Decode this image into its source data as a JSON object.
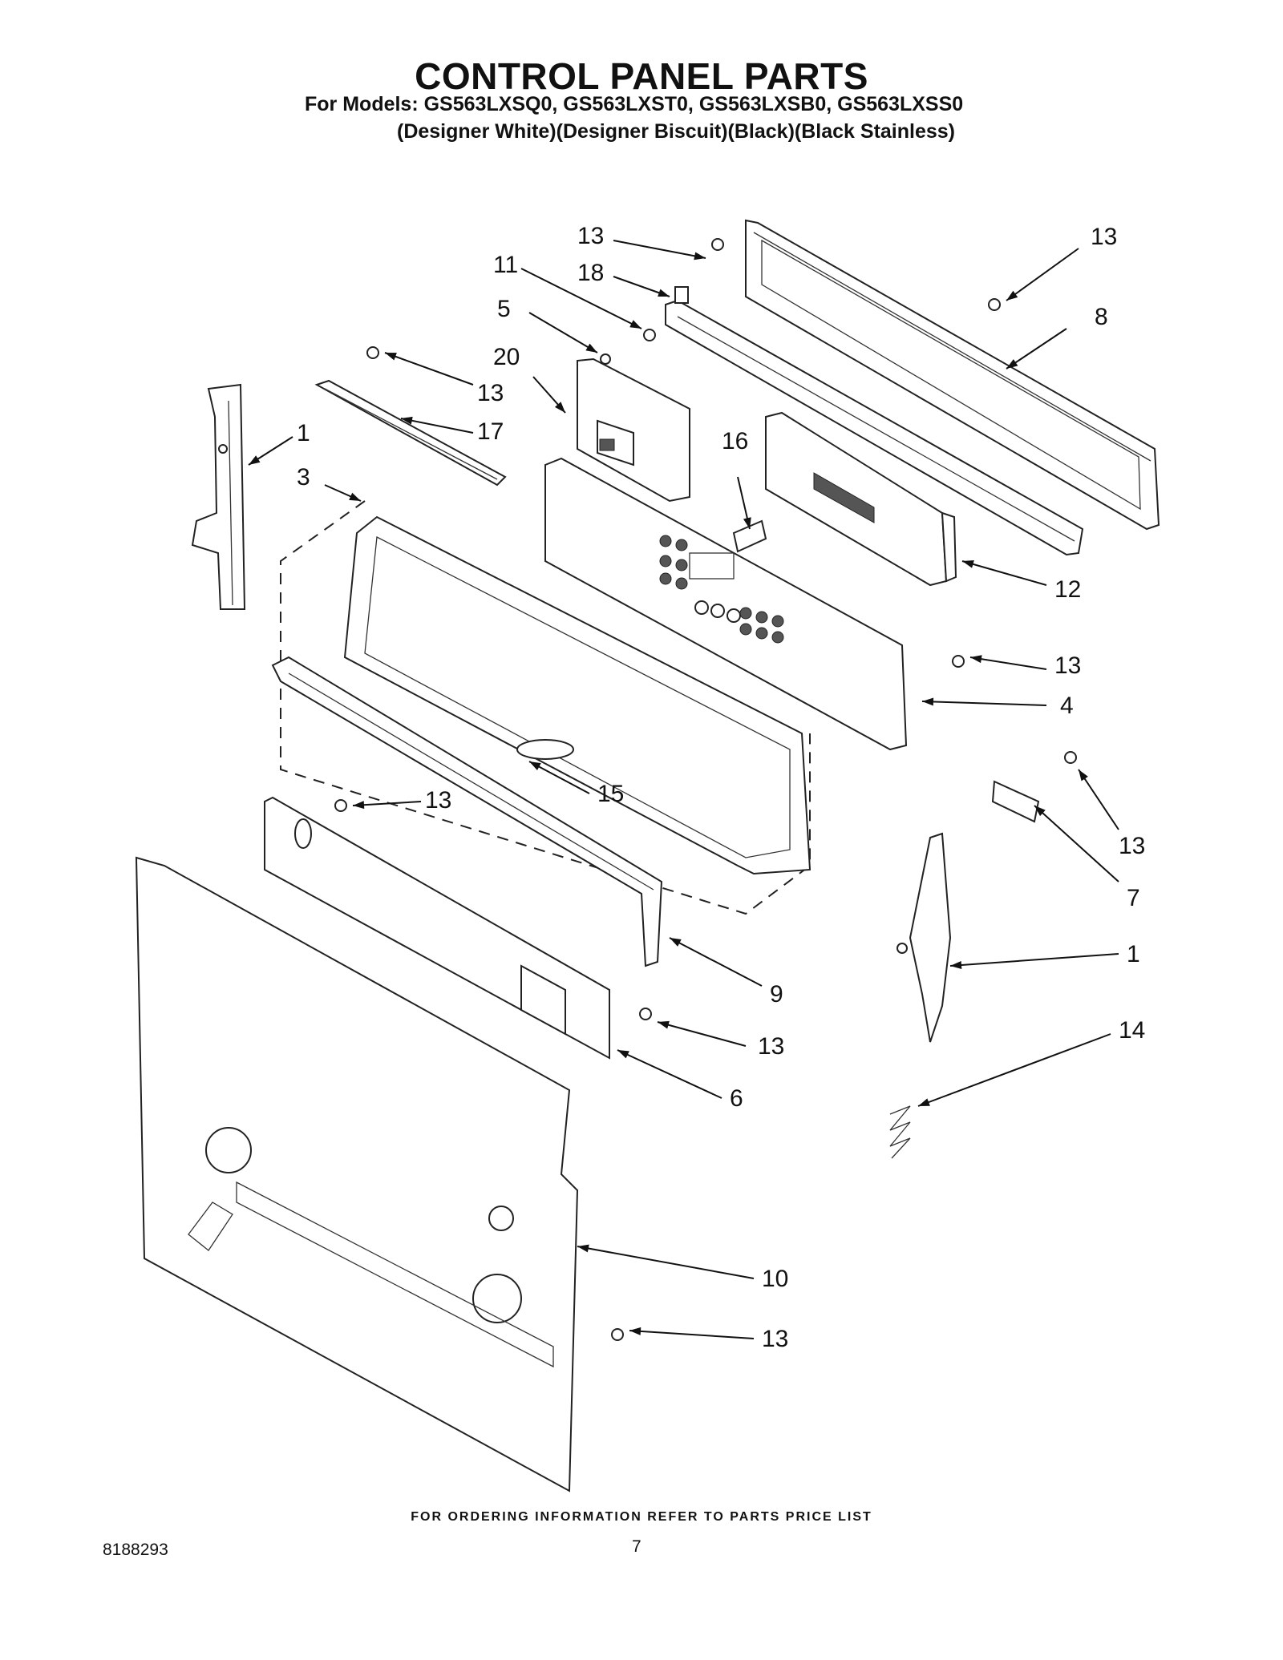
{
  "header": {
    "title": "CONTROL PANEL PARTS",
    "models_line": "For Models: GS563LXSQ0, GS563LXST0, GS563LXSB0, GS563LXSS0",
    "colors_line": "(Designer White)(Designer Biscuit)(Black)(Black Stainless)"
  },
  "callouts": [
    {
      "id": "c13a",
      "label": "13"
    },
    {
      "id": "c18",
      "label": "18"
    },
    {
      "id": "c11",
      "label": "11"
    },
    {
      "id": "c5",
      "label": "5"
    },
    {
      "id": "c20",
      "label": "20"
    },
    {
      "id": "c13b",
      "label": "13"
    },
    {
      "id": "c17",
      "label": "17"
    },
    {
      "id": "c1a",
      "label": "1"
    },
    {
      "id": "c3",
      "label": "3"
    },
    {
      "id": "c16",
      "label": "16"
    },
    {
      "id": "c13c",
      "label": "13"
    },
    {
      "id": "c8",
      "label": "8"
    },
    {
      "id": "c12",
      "label": "12"
    },
    {
      "id": "c13d",
      "label": "13"
    },
    {
      "id": "c4",
      "label": "4"
    },
    {
      "id": "c13e",
      "label": "13"
    },
    {
      "id": "c15",
      "label": "15"
    },
    {
      "id": "c13f",
      "label": "13"
    },
    {
      "id": "c7",
      "label": "7"
    },
    {
      "id": "c1b",
      "label": "1"
    },
    {
      "id": "c9",
      "label": "9"
    },
    {
      "id": "c13g",
      "label": "13"
    },
    {
      "id": "c14",
      "label": "14"
    },
    {
      "id": "c6",
      "label": "6"
    },
    {
      "id": "c10",
      "label": "10"
    },
    {
      "id": "c13h",
      "label": "13"
    }
  ],
  "footer": {
    "ordering_note": "FOR ORDERING INFORMATION REFER TO PARTS PRICE LIST",
    "document_number": "8188293",
    "page_number": "7"
  }
}
